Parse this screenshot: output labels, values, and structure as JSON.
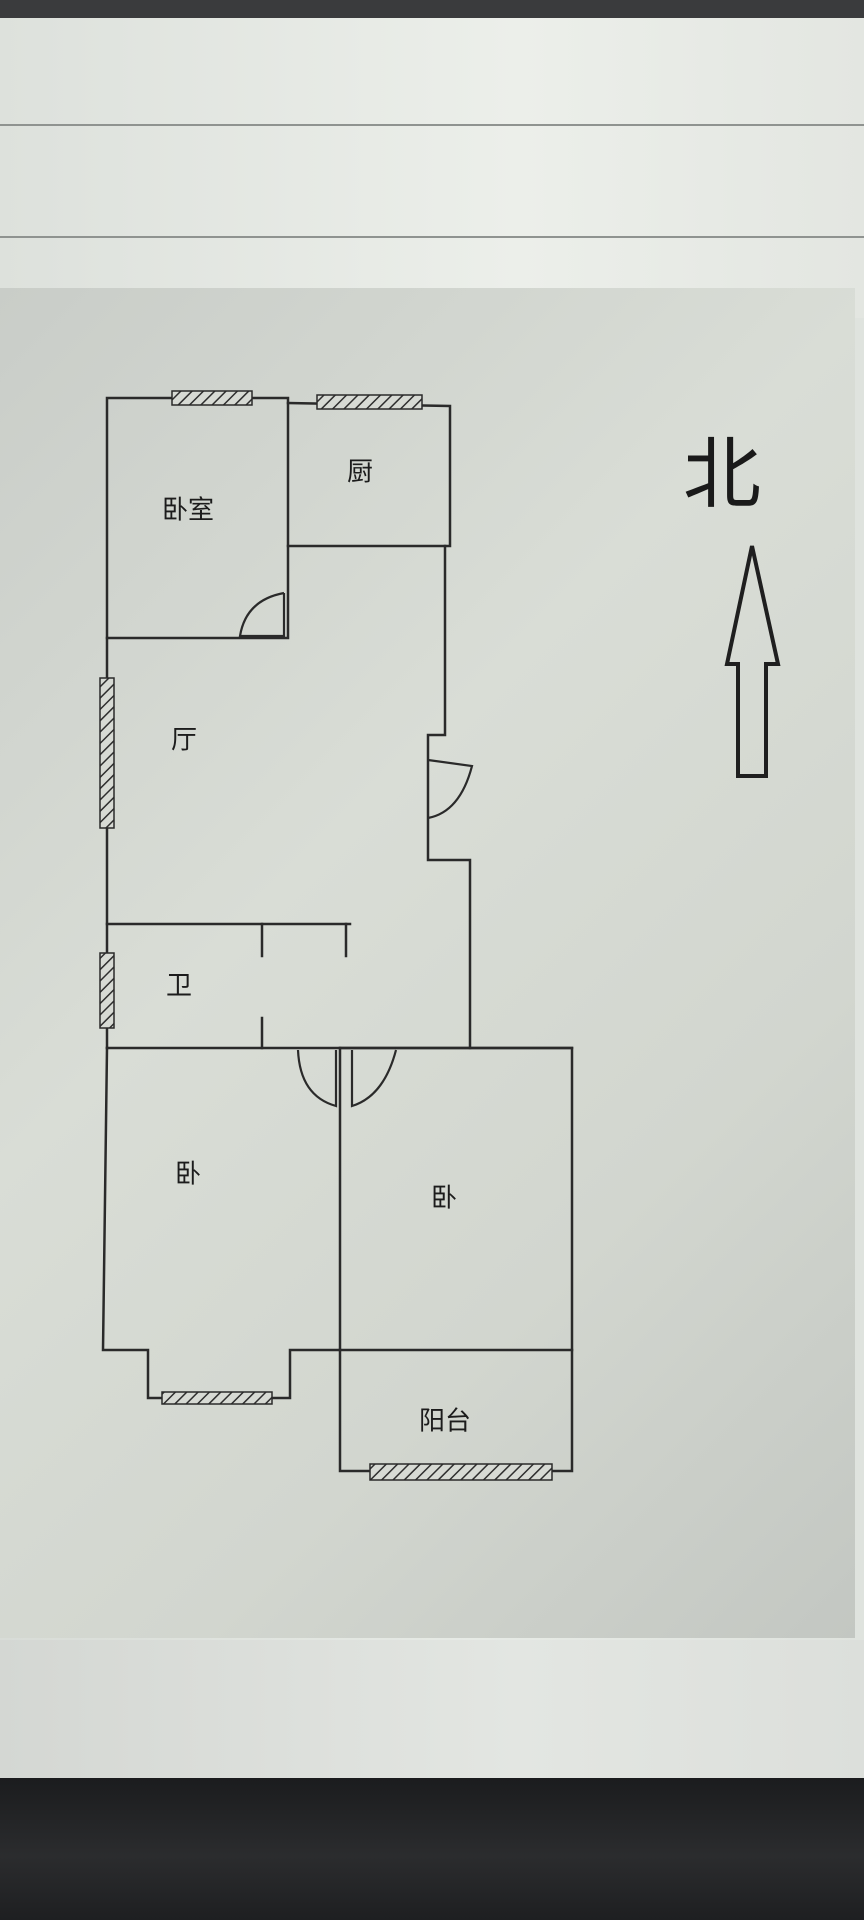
{
  "floor_plan": {
    "rooms": {
      "master_bedroom": "卧室",
      "kitchen": "厨",
      "living_room": "厅",
      "bathroom": "卫",
      "bedroom_left": "卧",
      "bedroom_right": "卧",
      "balcony": "阳台"
    },
    "compass": {
      "label": "北",
      "arrow_icon": "north-arrow-icon"
    }
  },
  "colors": {
    "wall": "#2a2a2a",
    "window_hatch": "#3a3a3a",
    "paper": "#d5d9d3",
    "bezel": "#2a2b2d"
  }
}
